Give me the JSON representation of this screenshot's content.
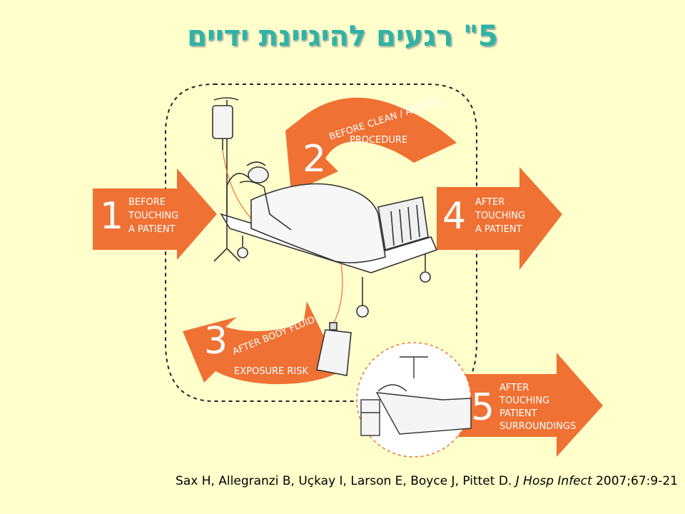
{
  "title": "5\" רגעים להיגיינת ידיים",
  "colors": {
    "background": "#ffffcc",
    "arrow_orange": "#ef7133",
    "title_teal": "#2fb3a6"
  },
  "moments": [
    {
      "number": "1",
      "lines": [
        "BEFORE",
        "TOUCHING",
        "A PATIENT"
      ]
    },
    {
      "number": "2",
      "lines": [
        "BEFORE CLEAN / ASEPTIC",
        "PROCEDURE"
      ]
    },
    {
      "number": "3",
      "lines": [
        "AFTER BODY FLUID",
        "EXPOSURE RISK"
      ]
    },
    {
      "number": "4",
      "lines": [
        "AFTER",
        "TOUCHING",
        "A PATIENT"
      ]
    },
    {
      "number": "5",
      "lines": [
        "AFTER",
        "TOUCHING",
        "PATIENT",
        "SURROUNDINGS"
      ]
    }
  ],
  "citation": {
    "authors": "Sax H,  Allegranzi B, Uçkay I, Larson E, Boyce J, Pittet D.",
    "journal": "J Hosp Infect",
    "details": "2007;67:9-21"
  }
}
